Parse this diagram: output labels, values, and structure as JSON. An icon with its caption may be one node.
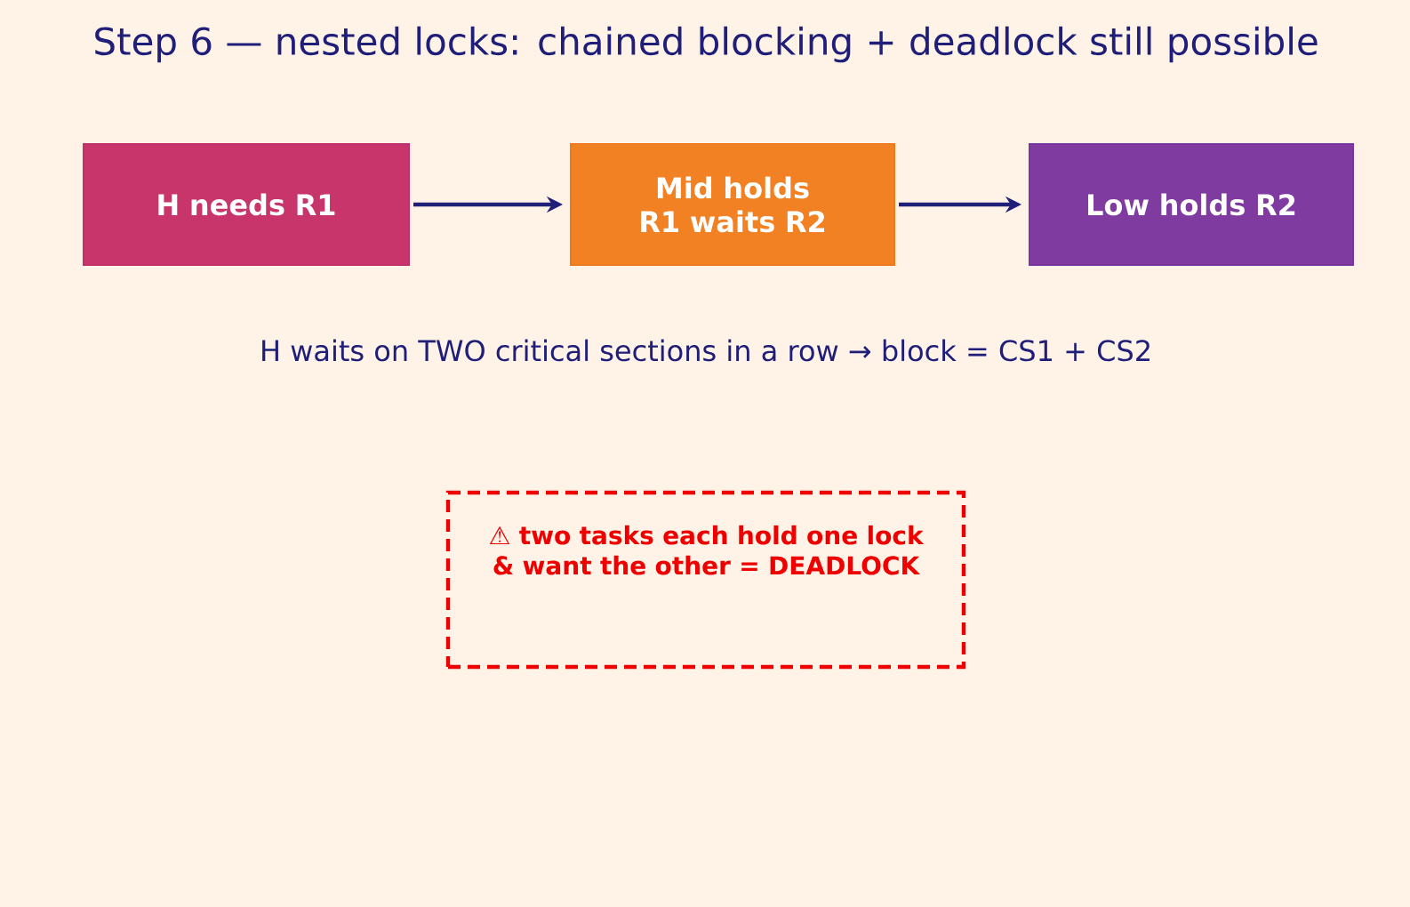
{
  "diagram": {
    "title": "Step 6 — nested locks: chained blocking + deadlock still possible",
    "nodes": [
      {
        "text": [
          "H needs R1"
        ]
      },
      {
        "text": [
          "Mid holds R1 waits R2"
        ]
      },
      {
        "text": [
          "Low holds R2"
        ]
      },
      {
        "text": [
          "⚠ two tasks each hold one lock & want the other = DEADLOCK"
        ]
      }
    ],
    "edges": [
      {
        "from": 0,
        "to": 1,
        "arrow": "to"
      },
      {
        "from": 1,
        "to": 2,
        "arrow": "to"
      }
    ],
    "labels": [
      "H waits on TWO critical sections in a row  →  block = CS1 + CS2"
    ]
  }
}
